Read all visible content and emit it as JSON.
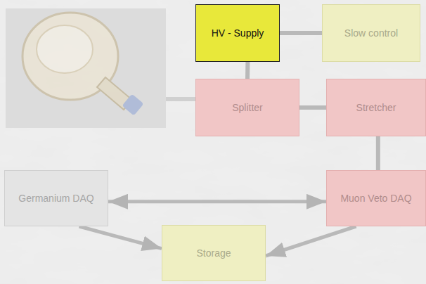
{
  "diagram": {
    "nodes": [
      {
        "text": [
          "HV - Supply"
        ]
      },
      {
        "text": [
          "Slow control"
        ]
      },
      {
        "text": [
          "Splitter"
        ]
      },
      {
        "text": [
          "Stretcher"
        ]
      },
      {
        "text": [
          "Germanium DAQ"
        ]
      },
      {
        "text": [
          "Muon Veto DAQ"
        ]
      },
      {
        "text": [
          "Storage"
        ]
      }
    ],
    "edges": [
      {
        "from": 0,
        "to": 1,
        "arrow": "none"
      },
      {
        "from": 0,
        "to": 2,
        "arrow": "none"
      },
      {
        "from": 2,
        "to": 3,
        "arrow": "none"
      },
      {
        "from": 3,
        "to": 5,
        "arrow": "none"
      },
      {
        "from": 4,
        "to": 5,
        "arrow": "both"
      },
      {
        "from": 4,
        "to": 6,
        "arrow": "to"
      },
      {
        "from": 5,
        "to": 6,
        "arrow": "to"
      }
    ]
  }
}
